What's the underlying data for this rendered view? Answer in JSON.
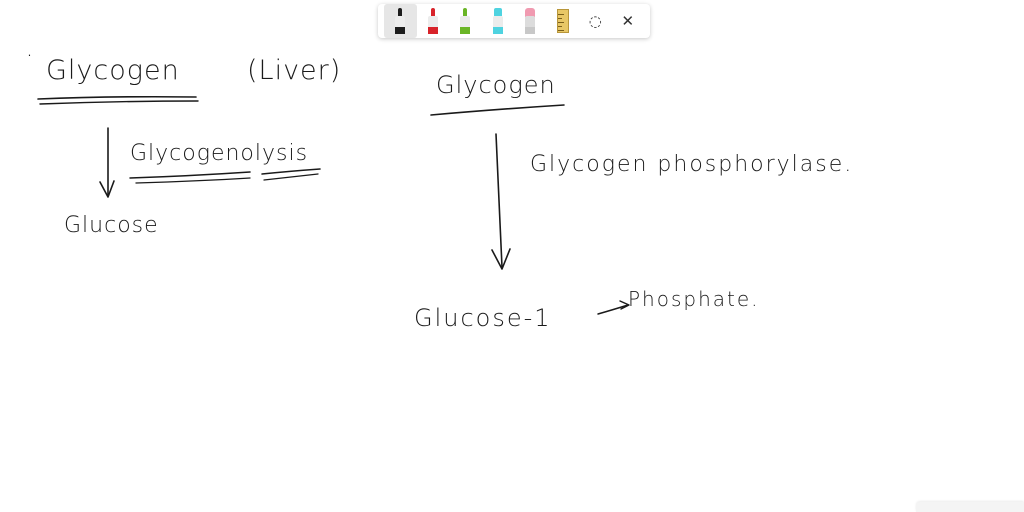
{
  "toolbar": {
    "tools": [
      {
        "name": "black-pen-icon",
        "color": "#1c1c1c",
        "selected": true
      },
      {
        "name": "red-pen-icon",
        "color": "#d8232a"
      },
      {
        "name": "green-pen-icon",
        "color": "#6ab526"
      },
      {
        "name": "cyan-highlighter-icon",
        "color": "#4fd3e0"
      },
      {
        "name": "eraser-icon",
        "color": "#f09ab0"
      },
      {
        "name": "ruler-icon",
        "color": "#e8c766"
      },
      {
        "name": "lasso-select-icon"
      },
      {
        "name": "close-icon"
      }
    ],
    "lasso_glyph": "◌",
    "close_glyph": "✕"
  },
  "notes": {
    "bullet": "·",
    "left": {
      "title": "Glycogen",
      "paren": "(Liver)",
      "process": "Glycogenolysis",
      "product": "Glucose"
    },
    "right": {
      "title": "Glycogen",
      "enzyme": "Glycogen phosphorylase.",
      "product": "Glucose-1",
      "product_suffix": "Phosphate."
    }
  }
}
